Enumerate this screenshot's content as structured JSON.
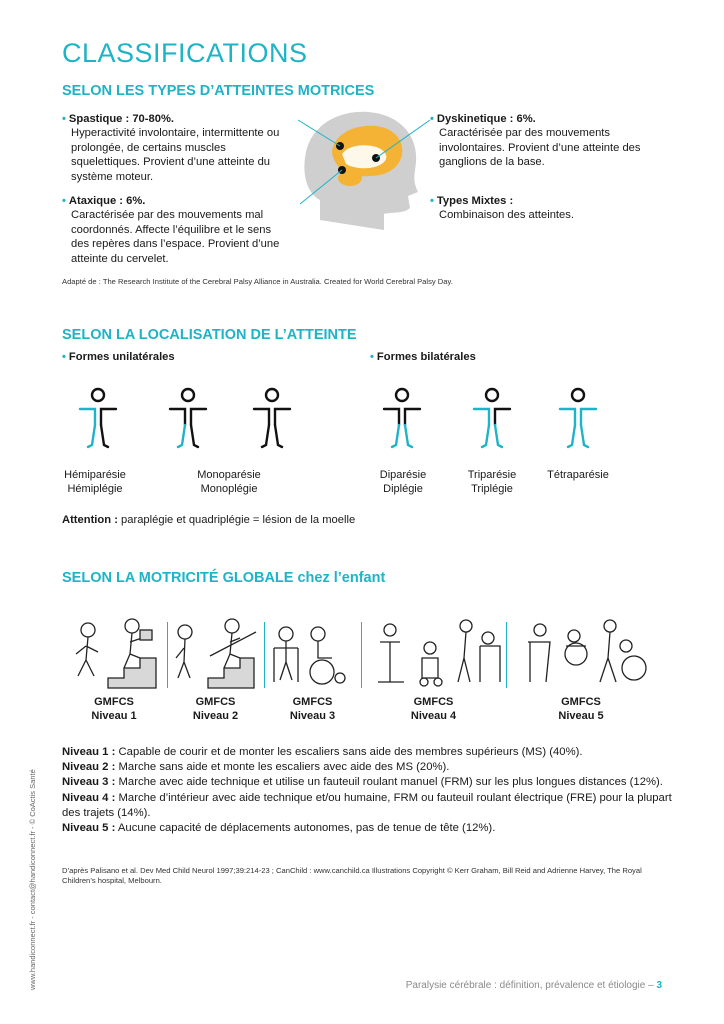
{
  "title": "CLASSIFICATIONS",
  "s1": {
    "heading": "SELON LES TYPES D’ATTEINTES MOTRICES",
    "spastique_label": "Spastique : 70-80%.",
    "spastique_text": "Hyperactivité involontaire, intermittente ou prolongée, de certains muscles squelettiques. Provient d’une atteinte du système moteur.",
    "ataxique_label": "Ataxique : 6%.",
    "ataxique_text": "Caractérisée par des mouvements mal coordonnés. Affecte l’équilibre et le sens des repères dans l’espace. Provient d’une atteinte du cervelet.",
    "dysk_label": "Dyskinetique : 6%.",
    "dysk_text": "Caractérisée par des mouvements involontaires. Provient d’une atteinte des ganglions de la base.",
    "mixtes_label": "Types Mixtes :",
    "mixtes_text": "Combinaison des atteintes.",
    "source": "Adapté de : The Research Institute of the Cerebral Palsy Alliance in Australia. Created for World Cerebral Palsy Day."
  },
  "s2": {
    "heading": "SELON LA LOCALISATION DE L’ATTEINTE",
    "uni_label": "Formes unilatérales",
    "bi_label": "Formes bilatérales",
    "figures": [
      {
        "l1": "Hémiparésie",
        "l2": "Hémiplégie"
      },
      {
        "l1": "Monoparésie",
        "l2": "Monoplégie"
      },
      {
        "l1": "Diparésie",
        "l2": "Diplégie"
      },
      {
        "l1": "Triparésie",
        "l2": "Triplégie"
      },
      {
        "l1": "Tétraparésie",
        "l2": ""
      }
    ],
    "attention_label": "Attention :",
    "attention_text": " paraplégie et quadriplégie = lésion de la moelle"
  },
  "s3": {
    "heading": "SELON LA MOTRICITÉ GLOBALE chez l’enfant",
    "levels": [
      {
        "a": "GMFCS",
        "b": "Niveau 1"
      },
      {
        "a": "GMFCS",
        "b": "Niveau 2"
      },
      {
        "a": "GMFCS",
        "b": "Niveau 3"
      },
      {
        "a": "GMFCS",
        "b": "Niveau 4"
      },
      {
        "a": "GMFCS",
        "b": "Niveau 5"
      }
    ],
    "desc": [
      {
        "k": "Niveau 1 :",
        "v": " Capable de courir et de monter les escaliers sans aide des membres supérieurs (MS) (40%)."
      },
      {
        "k": "Niveau 2 :",
        "v": " Marche sans aide et monte les escaliers avec aide des MS  (20%)."
      },
      {
        "k": "Niveau 3 :",
        "v": " Marche avec aide technique et utilise un fauteuil roulant manuel (FRM) sur les plus longues distances (12%)."
      },
      {
        "k": "Niveau 4 :",
        "v": " Marche d’intérieur avec aide technique et/ou humaine, FRM ou fauteuil roulant électrique (FRE) pour la plupart des trajets (14%)."
      },
      {
        "k": "Niveau 5 :",
        "v": " Aucune capacité de déplacements autonomes, pas de tenue de tête (12%)."
      }
    ],
    "source": "D’après Palisano et al. Dev Med Child Neurol 1997;39:214-23 ; CanChild : www.canchild.ca Illustrations Copyright © Kerr Graham, Bill Reid and Adrienne Harvey, The Royal Children’s hospital, Melbourn."
  },
  "side_text": "www.handiconnect.fr - contact@handiconnect.fr - © CoActis Santé",
  "footer": {
    "text": "Paralysie cérébrale : définition, prévalence et étiologie – ",
    "page": "3"
  },
  "colors": {
    "accent": "#1fb3c6",
    "highlight": "#f5b335",
    "head": "#cfcfcf"
  }
}
